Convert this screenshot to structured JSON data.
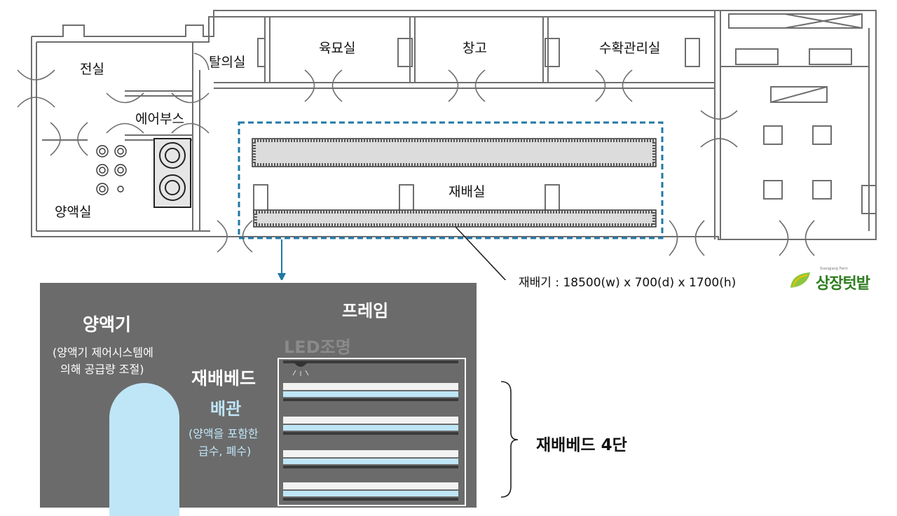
{
  "rooms": {
    "electric": "전실",
    "changing": "탈의실",
    "seedling": "육묘실",
    "storage": "창고",
    "harvest": "수확관리실",
    "air_shower": "에어부스",
    "cultivation": "재배실",
    "nutrient": "양액실"
  },
  "callout": "재배기 : 18500(w) x 700(d) x 1700(h)",
  "logo": {
    "text": "상장텃밭",
    "small": "Ssangjang Farm"
  },
  "detail": {
    "nutrient_title": "양액기",
    "nutrient_desc_1": "(양액기 제어시스템에",
    "nutrient_desc_2": "의해 공급량 조절)",
    "frame": "프레임",
    "led": "LED조명",
    "bed": "재배베드",
    "pipe_title": "배관",
    "pipe_desc_1": "(양액을 포함한",
    "pipe_desc_2": "급수, 폐수)"
  },
  "tier_label": "재배베드 4단",
  "colors": {
    "highlight": "#1f78a6",
    "panel": "#6b6b6b",
    "pipe": "#bfe6f7",
    "logo_green": "#2e7d1f"
  }
}
